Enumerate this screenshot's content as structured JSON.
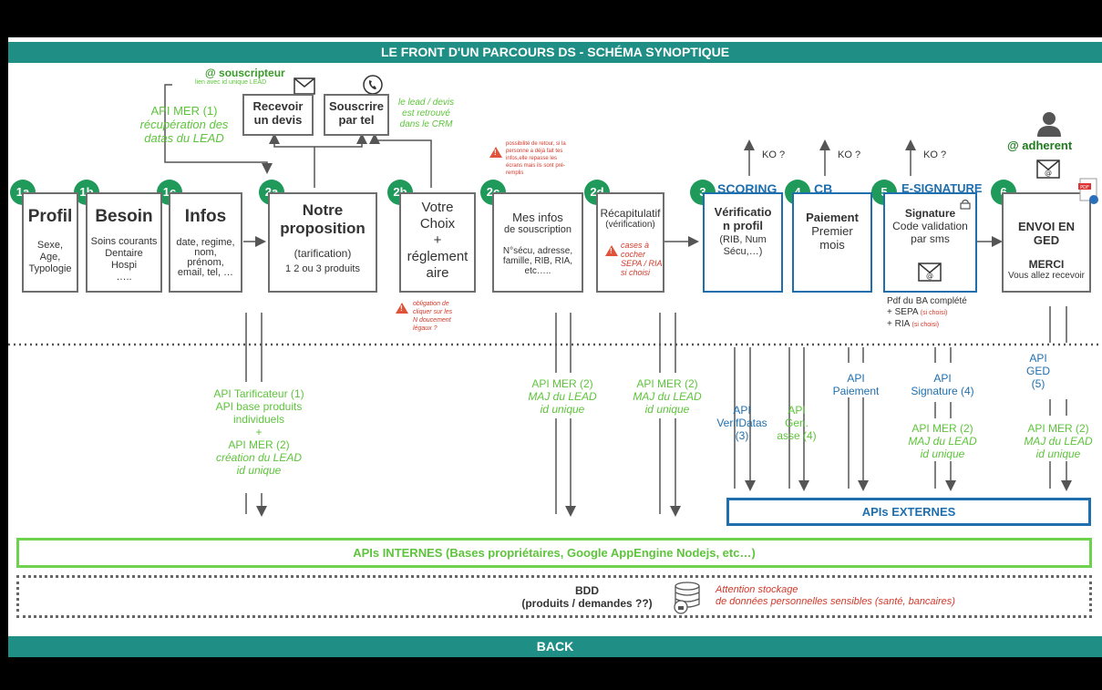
{
  "header_title": "LE FRONT D'UN PARCOURS DS - SCHÉMA SYNOPTIQUE",
  "footer_title": "BACK",
  "souscripteur": {
    "label": "@ souscripteur",
    "note": "lien avec id unique LEAD"
  },
  "api_mer_1": {
    "line1": "API MER (1)",
    "line2": "récupération des",
    "line3": "datas du LEAD"
  },
  "lead_note": {
    "l1": "le lead / devis",
    "l2": "est retrouvé",
    "l3": "dans le CRM"
  },
  "recevoir_devis": {
    "l1": "Recevoir",
    "l2": "un devis"
  },
  "souscrire_tel": {
    "l1": "Souscrire",
    "l2": "par tel"
  },
  "retour_note": {
    "l1": "possibilité de retour, si la",
    "l2": "personne a déjà fait tes",
    "l3": "infos,elle repasse les",
    "l4": "écrans mais ils sont pré-",
    "l5": "remplis"
  },
  "ko": "KO ?",
  "adherent": "@ adherent",
  "steps": {
    "s1a": {
      "badge": "1a",
      "title": "Profil",
      "l1": "Sexe,",
      "l2": "Age,",
      "l3": "Typologie"
    },
    "s1b": {
      "badge": "1b",
      "title": "Besoin",
      "l1": "Soins courants",
      "l2": "Dentaire",
      "l3": "Hospi",
      "l4": "….."
    },
    "s1c": {
      "badge": "1c",
      "title": "Infos",
      "l1": "date, regime,",
      "l2": "nom,",
      "l3": "prénom,",
      "l4": "email, tel, …"
    },
    "s2a": {
      "badge": "2a",
      "title1": "Notre",
      "title2": "proposition",
      "l1": "(tarification)",
      "l2": "1 2 ou 3 produits"
    },
    "s2b": {
      "badge": "2b",
      "l1": "Votre",
      "l2": "Choix",
      "l3": "+",
      "l4": "réglement",
      "l5": "aire"
    },
    "s2c": {
      "badge": "2c",
      "l1": "Mes infos",
      "l2": "de souscription",
      "l3": "N°sécu, adresse,",
      "l4": "famille, RIB, RIA,",
      "l5": "etc….."
    },
    "s2d": {
      "badge": "2d",
      "l1": "Récapitulatif",
      "l2": "(vérification)",
      "n1": "cases à",
      "n2": "cocher",
      "n3": "SEPA / RIA",
      "n4": "si choisi"
    },
    "s3": {
      "badge": "3",
      "label": "SCORING",
      "l1": "Vérificatio",
      "l2": "n profil",
      "l3": "(RIB, Num",
      "l4": "Sécu,…)"
    },
    "s4": {
      "badge": "4",
      "label": "CB",
      "l1": "Paiement",
      "l2": "Premier",
      "l3": "mois"
    },
    "s5": {
      "badge": "5",
      "label": "E-SIGNATURE",
      "l1": "Signature",
      "l2": "Code validation",
      "l3": "par sms"
    },
    "s6": {
      "badge": "6",
      "l1": "ENVOI EN",
      "l2": "GED",
      "l3": "MERCI",
      "l4": "Vous allez recevoir"
    }
  },
  "oblig_note": {
    "l1": "obligation de",
    "l2": "cliquer sur les",
    "l3": "N doucement",
    "l4": "légaux ?"
  },
  "pdf_note": {
    "l1": "Pdf du BA complété",
    "l2": "+ SEPA",
    "l2b": "(si choisi)",
    "l3": "+ RIA",
    "l3b": "(si choisi)"
  },
  "apis": {
    "tarif": {
      "l1": "API Tarificateur (1)",
      "l2": "API base produits",
      "l3": "individuels",
      "l4": "+",
      "l5": "API MER (2)",
      "l6": "création du LEAD",
      "l7": "id unique"
    },
    "mer_2c": {
      "l1": "API MER (2)",
      "l2": "MAJ du LEAD",
      "l3": "id unique"
    },
    "mer_2d": {
      "l1": "API MER (2)",
      "l2": "MAJ du LEAD",
      "l3": "id unique"
    },
    "verif": {
      "l1": "API",
      "l2": "VerifDatas",
      "l3": "(3)"
    },
    "gen": {
      "l1": "API",
      "l2": "Gen.",
      "l3": "asse (4)"
    },
    "paiement": {
      "l1": "API",
      "l2": "Paiement"
    },
    "signature": {
      "l1": "API",
      "l2": "Signature (4)"
    },
    "mer_sig": {
      "l1": "API MER (2)",
      "l2": "MAJ du LEAD",
      "l3": "id unique"
    },
    "ged": {
      "l1": "API",
      "l2": "GED",
      "l3": "(5)"
    },
    "mer_ged": {
      "l1": "API MER (2)",
      "l2": "MAJ du LEAD",
      "l3": "id unique"
    }
  },
  "apis_externes": "APIs EXTERNES",
  "apis_internes": "APIs INTERNES (Bases propriétaires, Google AppEngine Nodejs, etc…)",
  "bdd": {
    "l1": "BDD",
    "l2": "(produits / demandes ??)"
  },
  "attention": {
    "l1": "Attention stockage",
    "l2": "de données personnelles sensibles (santé, bancaires)"
  }
}
